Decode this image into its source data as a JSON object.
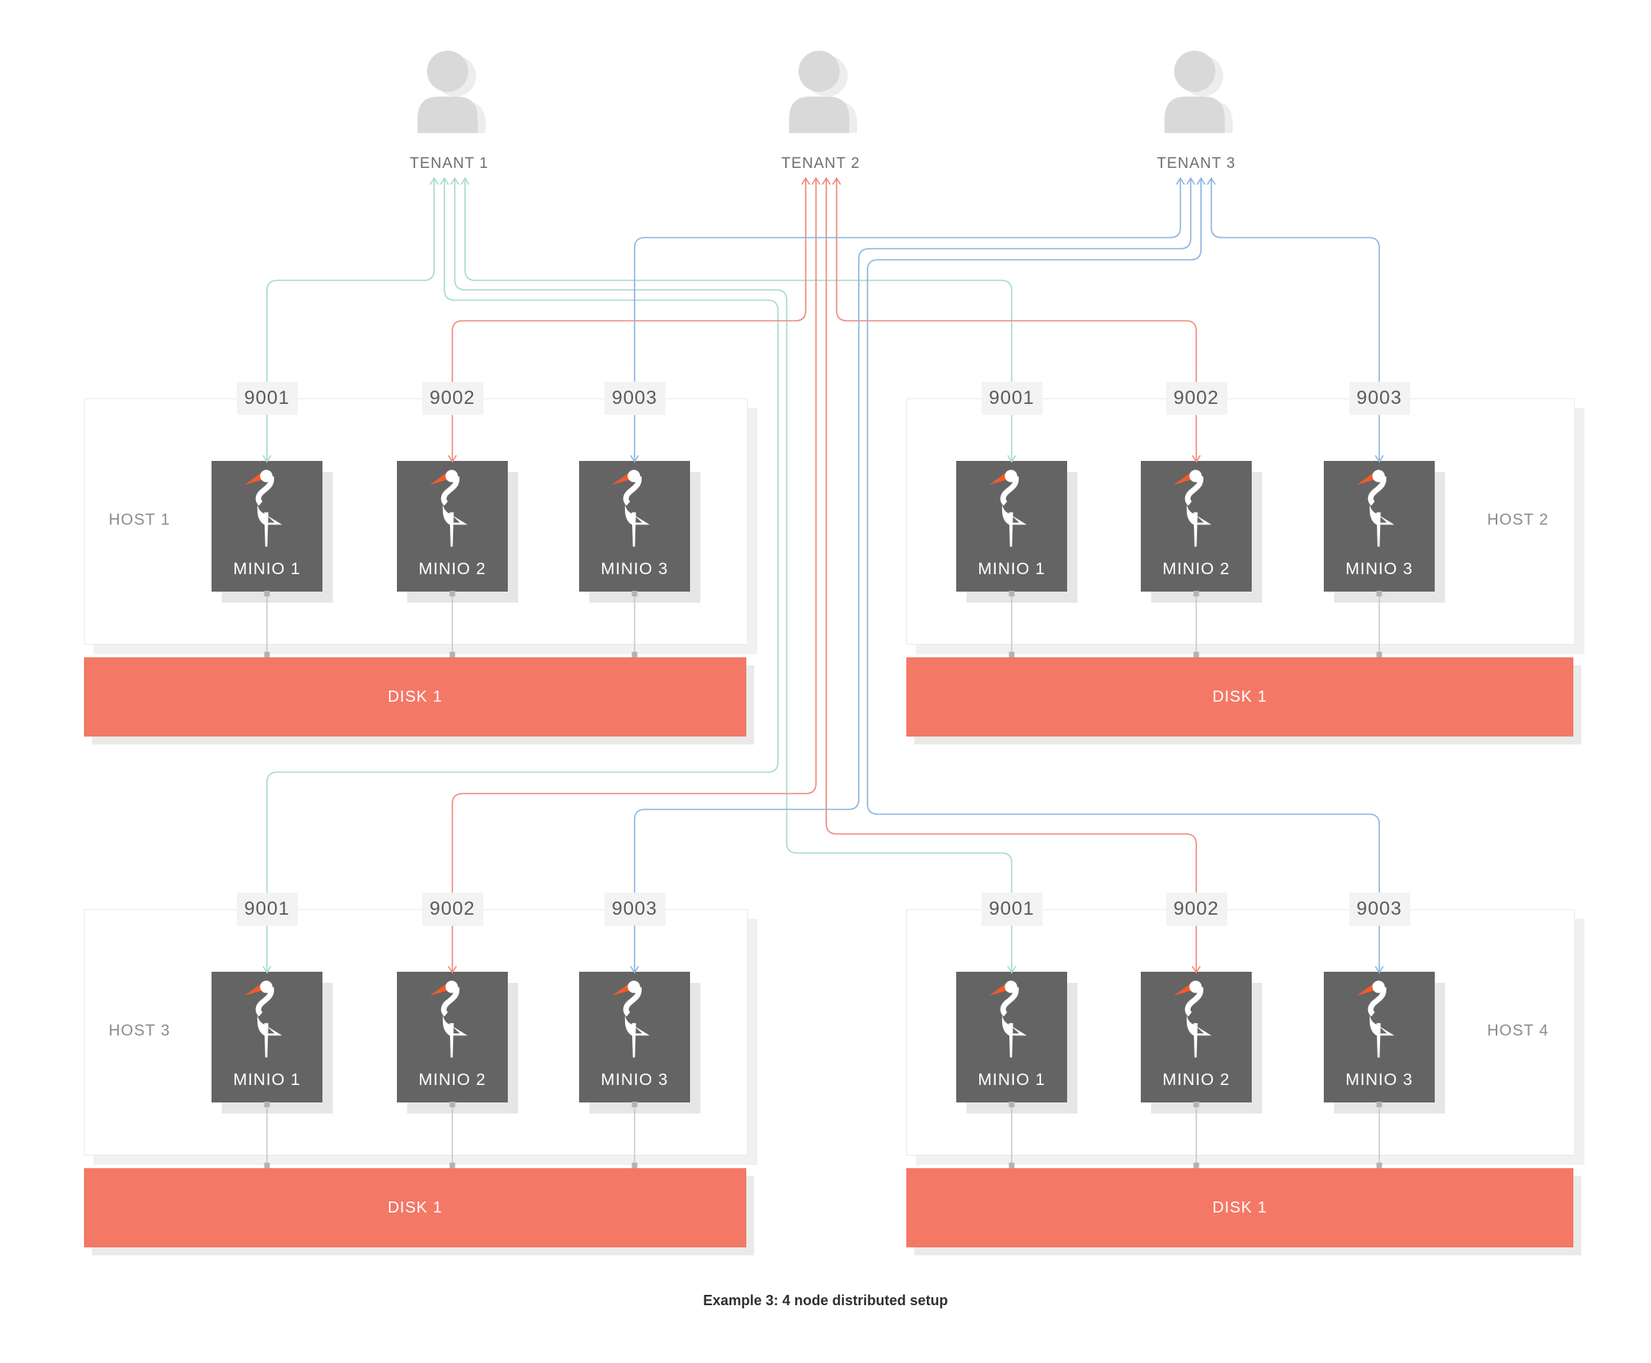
{
  "diagram": {
    "caption": "Example 3: 4 node distributed setup"
  },
  "colors": {
    "tenant1_wire": "#a6dacd",
    "tenant2_wire": "#f0897b",
    "tenant3_wire": "#8ab6e1",
    "disk": "#f47866",
    "minio_box": "#646464",
    "minio_beak": "#f15b2b",
    "minio_bird": "#ffffff",
    "port_bg": "#f3f3f3",
    "port_text": "#5a5a5a",
    "host_border": "#ebebeb",
    "host_text": "#8c8c8c",
    "connector": "#c4c4c4",
    "connector_square": "#b3b3b3",
    "person": "#d9d9d9",
    "person_shadow": "#ededed",
    "tenant_text": "#6e6e6e",
    "minio_text": "#ffffff",
    "disk_text": "#ffffff",
    "caption_text": "#2f2f2f"
  },
  "tenants": [
    {
      "id": "tenant-1",
      "label": "TENANT 1"
    },
    {
      "id": "tenant-2",
      "label": "TENANT 2"
    },
    {
      "id": "tenant-3",
      "label": "TENANT 3"
    }
  ],
  "hosts": [
    {
      "id": "host-1",
      "label": "HOST 1",
      "label_side": "left",
      "disk_label": "DISK 1",
      "ports": [
        "9001",
        "9002",
        "9003"
      ],
      "nodes": [
        "MINIO 1",
        "MINIO 2",
        "MINIO 3"
      ]
    },
    {
      "id": "host-2",
      "label": "HOST 2",
      "label_side": "right",
      "disk_label": "DISK 1",
      "ports": [
        "9001",
        "9002",
        "9003"
      ],
      "nodes": [
        "MINIO 1",
        "MINIO 2",
        "MINIO 3"
      ]
    },
    {
      "id": "host-3",
      "label": "HOST 3",
      "label_side": "left",
      "disk_label": "DISK 1",
      "ports": [
        "9001",
        "9002",
        "9003"
      ],
      "nodes": [
        "MINIO 1",
        "MINIO 2",
        "MINIO 3"
      ]
    },
    {
      "id": "host-4",
      "label": "HOST 4",
      "label_side": "right",
      "disk_label": "DISK 1",
      "ports": [
        "9001",
        "9002",
        "9003"
      ],
      "nodes": [
        "MINIO 1",
        "MINIO 2",
        "MINIO 3"
      ]
    }
  ],
  "connections": [
    {
      "tenant": "tenant-1",
      "host": "host-1",
      "port": "9001"
    },
    {
      "tenant": "tenant-1",
      "host": "host-2",
      "port": "9001"
    },
    {
      "tenant": "tenant-1",
      "host": "host-3",
      "port": "9001"
    },
    {
      "tenant": "tenant-1",
      "host": "host-4",
      "port": "9001"
    },
    {
      "tenant": "tenant-2",
      "host": "host-1",
      "port": "9002"
    },
    {
      "tenant": "tenant-2",
      "host": "host-2",
      "port": "9002"
    },
    {
      "tenant": "tenant-2",
      "host": "host-3",
      "port": "9002"
    },
    {
      "tenant": "tenant-2",
      "host": "host-4",
      "port": "9002"
    },
    {
      "tenant": "tenant-3",
      "host": "host-1",
      "port": "9003"
    },
    {
      "tenant": "tenant-3",
      "host": "host-2",
      "port": "9003"
    },
    {
      "tenant": "tenant-3",
      "host": "host-3",
      "port": "9003"
    },
    {
      "tenant": "tenant-3",
      "host": "host-4",
      "port": "9003"
    }
  ]
}
